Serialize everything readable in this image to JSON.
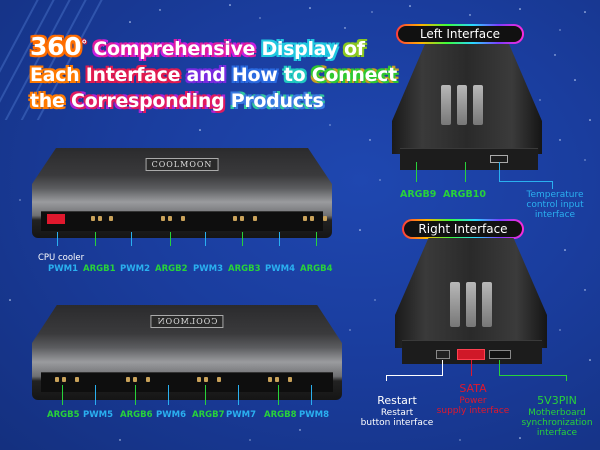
{
  "headline": {
    "lines": [
      {
        "words": [
          "360",
          "Comprehensive",
          "Display",
          "of"
        ]
      },
      {
        "words": [
          "Each",
          "Interface",
          "and",
          "How",
          "to",
          "Connect"
        ]
      },
      {
        "words": [
          "the",
          "Corresponding",
          "Products"
        ]
      }
    ],
    "degree_symbol": "°",
    "full_text": "360° Comprehensive Display of Each Interface and How to Connect the Corresponding Products"
  },
  "hub_top": {
    "brand": "COOLMOON",
    "cpu_label": "CPU cooler",
    "ports": [
      "PWM1",
      "ARGB1",
      "PWM2",
      "ARGB2",
      "PWM3",
      "ARGB3",
      "PWM4",
      "ARGB4"
    ]
  },
  "hub_bottom": {
    "brand": "COOLMOON",
    "ports": [
      "ARGB5",
      "PWM5",
      "ARGB6",
      "PWM6",
      "ARGB7",
      "PWM7",
      "ARGB8",
      "PWM8"
    ]
  },
  "left_interface": {
    "title": "Left Interface",
    "labels": {
      "argb9": "ARGB9",
      "argb10": "ARGB10",
      "temp_line1": "Temperature",
      "temp_line2": "control input",
      "temp_line3": "interface"
    }
  },
  "right_interface": {
    "title": "Right Interface",
    "restart": {
      "title": "Restart",
      "line1": "Restart",
      "line2": "button interface"
    },
    "sata": {
      "title": "SATA",
      "line1": "Power",
      "line2": "supply interface"
    },
    "v5pin": {
      "title": "5V3PIN",
      "line1": "Motherboard",
      "line2": "synchronization",
      "line3": "interface"
    }
  },
  "colors": {
    "background": "#1a3d9e",
    "argb_green": "#28d23a",
    "pwm_cyan": "#2ab0f0",
    "sata_red": "#e0182d",
    "pill_inner": "#111111"
  }
}
